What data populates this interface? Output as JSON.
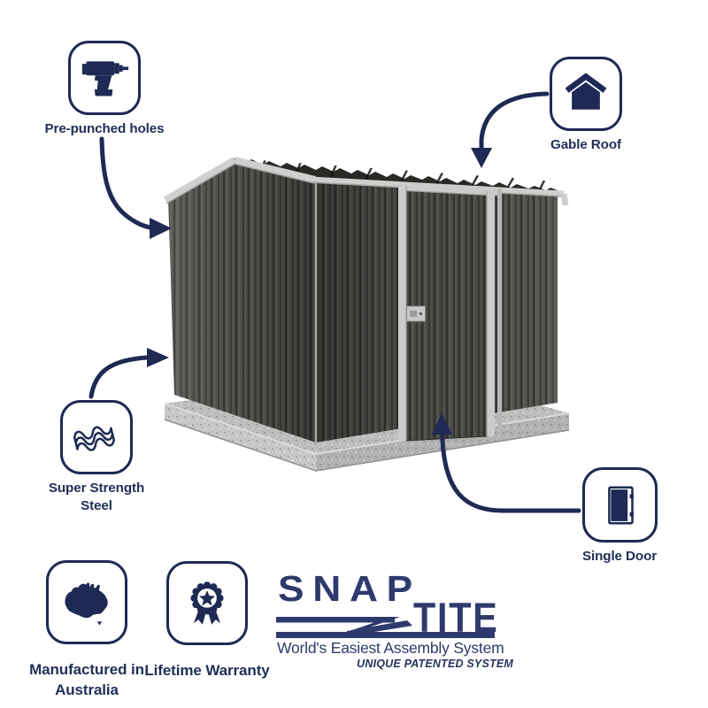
{
  "alt": "Infographic of a dark grey metal garden shed with gable roof and single door on a concrete slab, surrounded by feature callouts",
  "palette": {
    "navy": "#1e2a54",
    "logo_navy": "#2e3a6e",
    "wall_grey": "#4d4d4a",
    "roof_grey": "#292926",
    "trim_grey": "#cdd0cd",
    "slab_grey": "#b6b9b6",
    "background": "#ffffff"
  },
  "features": [
    {
      "label": "Pre-punched holes",
      "icon": "drill-icon"
    },
    {
      "label": "Gable Roof",
      "icon": "gable-roof-icon"
    },
    {
      "label": "Super Strength Steel",
      "icon": "corrugated-steel-icon"
    },
    {
      "label": "Single Door",
      "icon": "single-door-icon"
    },
    {
      "label": "Manufactured in Australia",
      "icon": "australia-map-icon"
    },
    {
      "label": "Lifetime Warranty",
      "icon": "award-medal-icon"
    }
  ],
  "logo": {
    "word_top": "SNAP",
    "word_bottom": "TITE",
    "tagline": "World's Easiest Assembly System",
    "subtagline": "UNIQUE PATENTED SYSTEM"
  }
}
